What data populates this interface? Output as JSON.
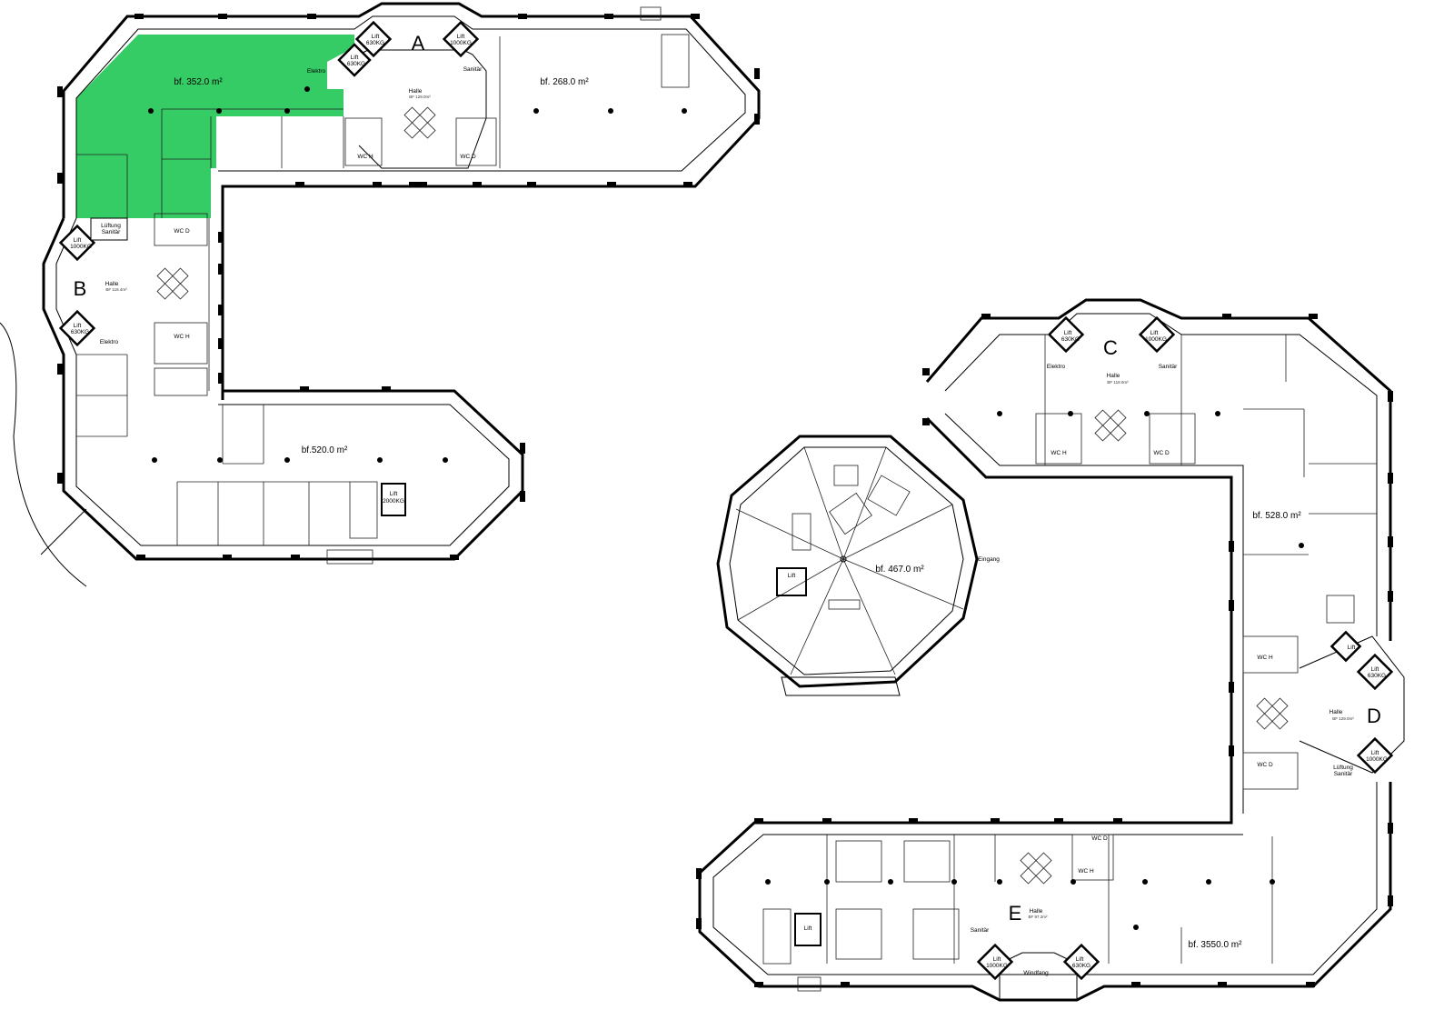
{
  "buildings": [
    {
      "id": "A",
      "letter": "A",
      "hall": "Halle",
      "hall_area": "BF 129.0m²",
      "lifts": [
        "Lift\n630KG",
        "Lift\n1000KG",
        "Lift\n630KG"
      ],
      "rooms": [
        "Elektro",
        "Sanitär"
      ],
      "wc": [
        "WC H",
        "WC D"
      ]
    },
    {
      "id": "B",
      "letter": "B",
      "hall": "Halle",
      "hall_area": "BF 118.4m²",
      "lifts": [
        "Lift\n1000KG",
        "Lift\n630KG"
      ],
      "rooms": [
        "Lüftung\nSanitär",
        "Elektro"
      ],
      "wc": [
        "WC H",
        "WC D"
      ]
    },
    {
      "id": "C",
      "letter": "C",
      "hall": "Halle",
      "hall_area": "BF 118.0m²",
      "lifts": [
        "Lift\n630KG",
        "Lift\n1000KG"
      ],
      "rooms": [
        "Elektro",
        "Sanitär"
      ],
      "wc": [
        "WC H",
        "WC D"
      ]
    },
    {
      "id": "D",
      "letter": "D",
      "hall": "Halle",
      "hall_area": "BF 129.0m²",
      "lifts": [
        "Lift",
        "Lift\n630KG",
        "Lift\n1000KG"
      ],
      "rooms": [
        "Lüftung\nSanitär"
      ],
      "wc": [
        "WC H",
        "WC D"
      ]
    },
    {
      "id": "E",
      "letter": "E",
      "hall": "Halle",
      "hall_area": "BF 97.2m²",
      "lifts": [
        "Lift\n1000KG",
        "Lift\n630KG",
        "Lift"
      ],
      "rooms": [
        "Sanitär",
        "Windfang"
      ],
      "wc": [
        "WC D",
        "WC H"
      ]
    }
  ],
  "areas": {
    "a_west": "bf. 352.0 m²",
    "a_east": "bf. 268.0 m²",
    "b_south": "bf.520.0 m²",
    "octagon": "bf. 467.0 m²",
    "d_north": "bf. 528.0 m²",
    "e_east": "bf. 3550.0 m²"
  },
  "misc": {
    "lift_2000": "Lift\n2000KG",
    "eingang": "Eingang",
    "oct_lift": "Lift",
    "e_west_lift": "Lift"
  },
  "colors": {
    "highlight": "#35cc66",
    "wall": "#000000"
  }
}
